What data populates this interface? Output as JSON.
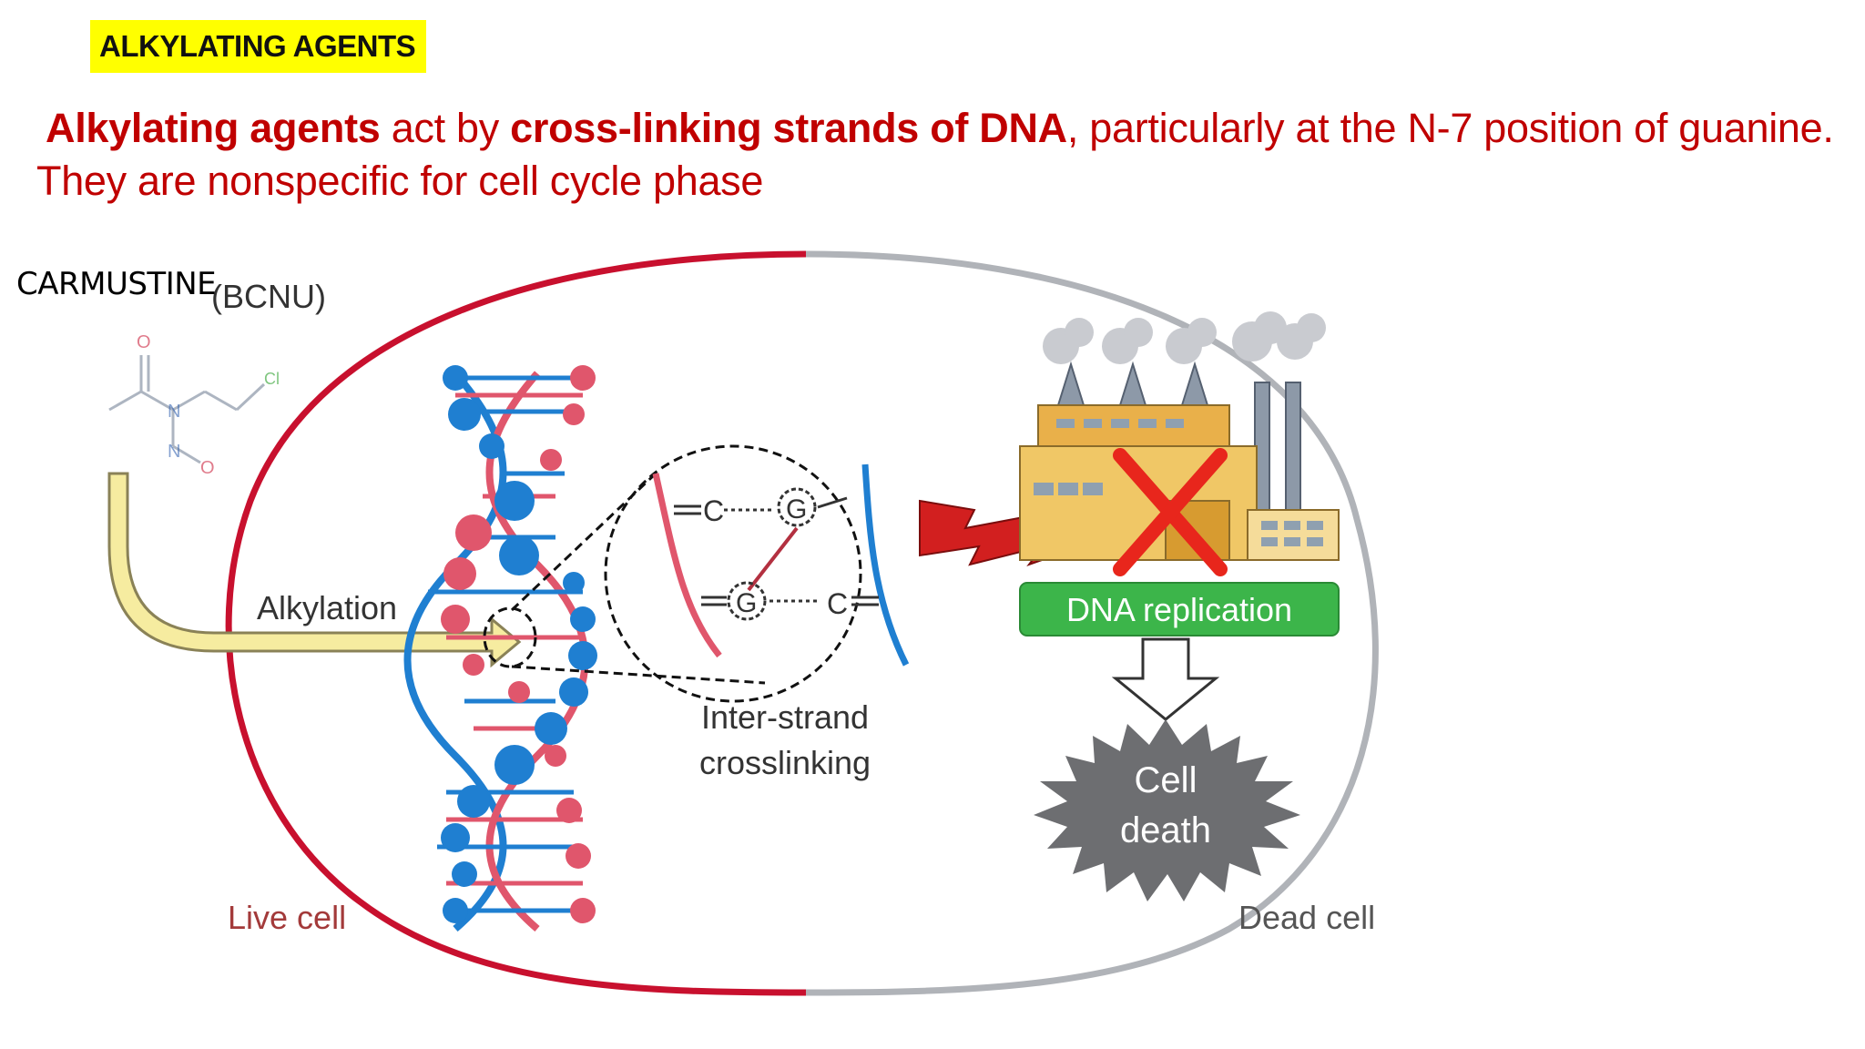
{
  "header": {
    "badge": "ALKYLATING AGENTS"
  },
  "lead": {
    "line1_bold_a": "Alkylating agents",
    "line1_text_a": " act by ",
    "line1_bold_b": "cross-linking strands of DNA",
    "line1_text_b": ", particularly at the N-7 position of guanine.",
    "line2": "They are nonspecific for cell cycle phase"
  },
  "figure": {
    "drug_overlay_label": "CARMUSTINE",
    "drug_original_label": "(BCNU)",
    "arrow_label": "Alkylation",
    "crosslink_label_1": "Inter-strand",
    "crosslink_label_2": "crosslinking",
    "factory_label": "DNA replication",
    "death_label_1": "Cell",
    "death_label_2": "death",
    "live_label": "Live cell",
    "dead_label": "Dead cell",
    "base_c": "C",
    "base_g": "G",
    "atom_o": "O",
    "atom_n": "N",
    "atom_cl": "Cl",
    "atom_n2": "N",
    "atom_o2": "O",
    "colors": {
      "live_border": "#c8102e",
      "dead_border": "#b0b3b8",
      "dna_blue": "#1f7fd1",
      "dna_red": "#e0566c",
      "green_label": "#3cb54a",
      "red_x": "#e8261c"
    }
  }
}
